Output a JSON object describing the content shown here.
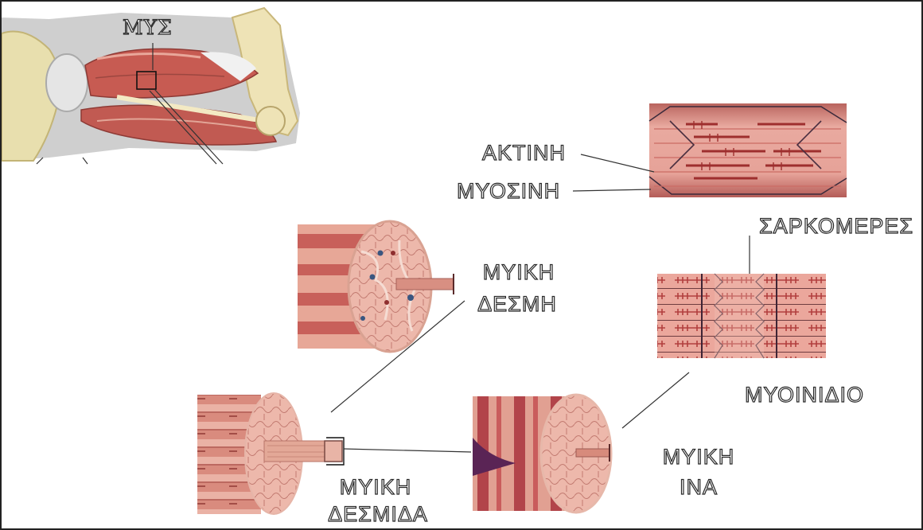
{
  "labels": {
    "muscle": "ΜΥΣ",
    "actin": "ΑΚΤΙΝΗ",
    "myosin": "ΜΥΟΣΙΝΗ",
    "sarcomeres": "ΣΑΡΚΟΜΕΡΕΣ",
    "fascicle_1": "ΜΥΙΚΗ",
    "fascicle_2": "ΔΕΣΜΗ",
    "myofibril": "ΜΥΟΙΝΙΔΙΟ",
    "bundle_1": "ΜΥΙΚΗ",
    "bundle_2": "ΔΕΣΜΙΔΑ",
    "fiber_1": "ΜΥΙΚΗ",
    "fiber_2": "ΙΝΑ"
  },
  "colors": {
    "muscle_red": "#c9625a",
    "muscle_light": "#eab3a6",
    "bone": "#efe6bf",
    "fiber_dark": "#7a2d50",
    "leader_line": "#333333"
  }
}
